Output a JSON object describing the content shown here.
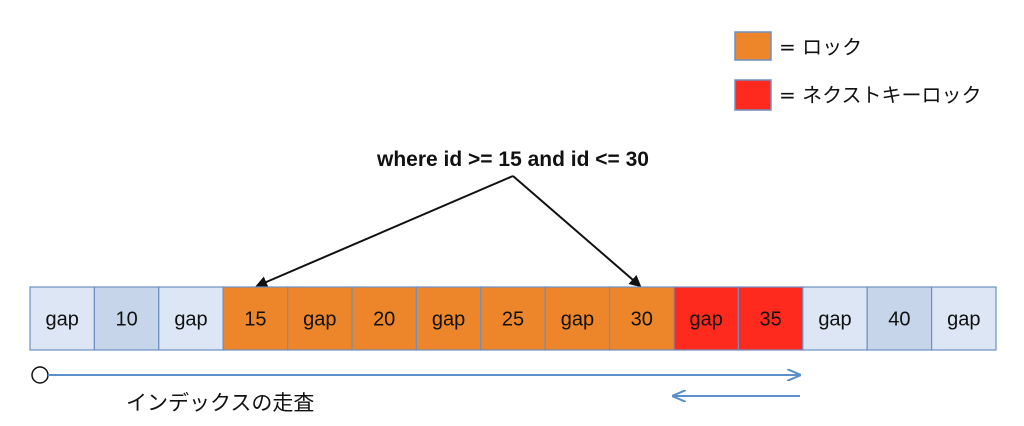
{
  "legend": [
    {
      "key": "lock",
      "label": "= ロック",
      "color": "#ED862A"
    },
    {
      "key": "next_key_lock",
      "label": "= ネクストキーロック",
      "color": "#FF2A1E"
    }
  ],
  "query": {
    "text": "where id >= 15 and id <= 30"
  },
  "index_cells": [
    {
      "label": "gap",
      "kind": "gap",
      "state": "none"
    },
    {
      "label": "10",
      "kind": "key",
      "state": "none"
    },
    {
      "label": "gap",
      "kind": "gap",
      "state": "none"
    },
    {
      "label": "15",
      "kind": "key",
      "state": "lock"
    },
    {
      "label": "gap",
      "kind": "gap",
      "state": "lock"
    },
    {
      "label": "20",
      "kind": "key",
      "state": "lock"
    },
    {
      "label": "gap",
      "kind": "gap",
      "state": "lock"
    },
    {
      "label": "25",
      "kind": "key",
      "state": "lock"
    },
    {
      "label": "gap",
      "kind": "gap",
      "state": "lock"
    },
    {
      "label": "30",
      "kind": "key",
      "state": "lock"
    },
    {
      "label": "gap",
      "kind": "gap",
      "state": "next_key_lock"
    },
    {
      "label": "35",
      "kind": "key",
      "state": "next_key_lock"
    },
    {
      "label": "gap",
      "kind": "gap",
      "state": "none"
    },
    {
      "label": "40",
      "kind": "key",
      "state": "none"
    },
    {
      "label": "gap",
      "kind": "gap",
      "state": "none"
    }
  ],
  "colors": {
    "gap_fill": "#DCE6F4",
    "key_fill": "#C6D5EA",
    "cell_border": "#6E8FC4",
    "arrow_line": "#5B8FC7",
    "query_arrow": "#111111"
  },
  "scan": {
    "label": "インデックスの走査"
  }
}
